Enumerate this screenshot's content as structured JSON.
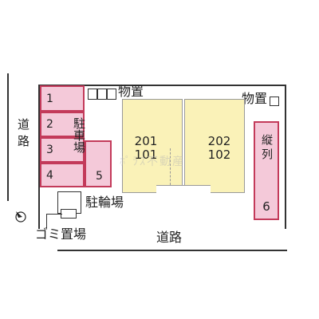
{
  "roads": {
    "left_road": "道路",
    "bottom_road": "道路"
  },
  "parking": {
    "label": "駐車場",
    "spaces": [
      "1",
      "2",
      "3",
      "4",
      "5"
    ],
    "parallel_label": "縦列",
    "parallel_space": "6"
  },
  "storage": {
    "top_label": "物置",
    "right_label": "物置"
  },
  "bicycle": {
    "label": "駐輪場"
  },
  "garbage": {
    "label": "ゴミ置場"
  },
  "units": {
    "left": {
      "upper": "201",
      "lower": "101"
    },
    "right": {
      "upper": "202",
      "lower": "102"
    }
  },
  "watermark": "ﾎﾟﾗｽ不動産",
  "icons": {
    "north": "north-compass-icon"
  },
  "colors": {
    "parking_fill": "#f4c9d9",
    "parking_border": "#c33a5a",
    "building_fill": "#faf2b8"
  }
}
